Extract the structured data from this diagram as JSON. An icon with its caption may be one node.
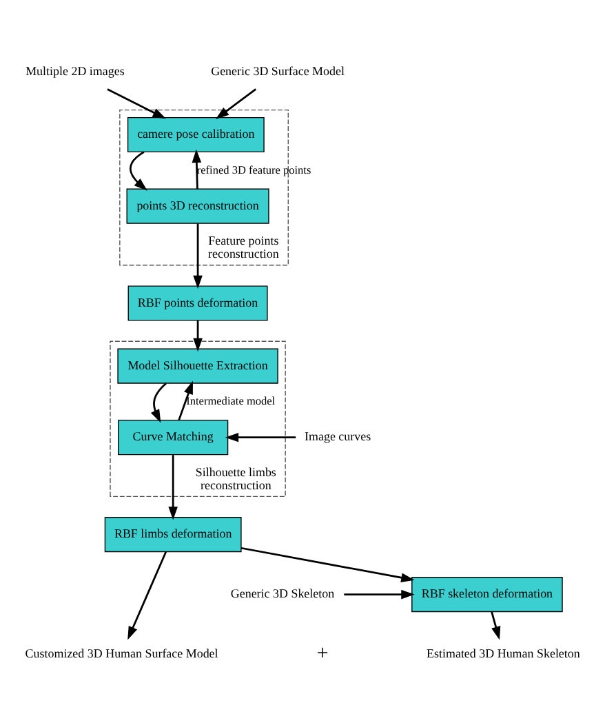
{
  "diagram": {
    "nodes": [
      {
        "text": [
          "Multiple 2D images"
        ]
      },
      {
        "text": [
          "Generic 3D Surface Model"
        ]
      },
      {
        "text": [
          "Feature points reconstruction"
        ]
      },
      {
        "text": [
          "camere pose calibration"
        ],
        "in": 2
      },
      {
        "text": [
          "points 3D reconstruction"
        ],
        "in": 2
      },
      {
        "text": [
          "RBF points deformation"
        ]
      },
      {
        "text": [
          "Silhouette limbs reconstruction"
        ]
      },
      {
        "text": [
          "Model Silhouette Extraction"
        ],
        "in": 6
      },
      {
        "text": [
          "Curve Matching"
        ],
        "in": 6
      },
      {
        "text": [
          "Image curves"
        ]
      },
      {
        "text": [
          "RBF limbs deformation"
        ]
      },
      {
        "text": [
          "RBF skeleton deformation"
        ]
      },
      {
        "text": [
          "Generic 3D Skeleton"
        ]
      },
      {
        "text": [
          "Customized 3D Human Surface Model"
        ]
      },
      {
        "text": [
          "Estimated 3D Human Skeleton"
        ]
      }
    ],
    "edges": [
      {
        "from": 0,
        "to": 3,
        "arrow": "to"
      },
      {
        "from": 1,
        "to": 3,
        "arrow": "to"
      },
      {
        "from": 3,
        "to": 4,
        "arrow": "to"
      },
      {
        "from": 4,
        "to": 3,
        "arrow": "to",
        "label": "refined 3D feature points"
      },
      {
        "from": 4,
        "to": 5,
        "arrow": "to"
      },
      {
        "from": 5,
        "to": 7,
        "arrow": "to"
      },
      {
        "from": 7,
        "to": 8,
        "arrow": "to"
      },
      {
        "from": 8,
        "to": 7,
        "arrow": "to",
        "label": "Intermediate model"
      },
      {
        "from": 9,
        "to": 8,
        "arrow": "to"
      },
      {
        "from": 8,
        "to": 10,
        "arrow": "to"
      },
      {
        "from": 10,
        "to": 11,
        "arrow": "to"
      },
      {
        "from": 12,
        "to": 11,
        "arrow": "to"
      },
      {
        "from": 10,
        "to": 13,
        "arrow": "to"
      },
      {
        "from": 11,
        "to": 14,
        "arrow": "to"
      }
    ],
    "labels": [
      "+"
    ]
  }
}
